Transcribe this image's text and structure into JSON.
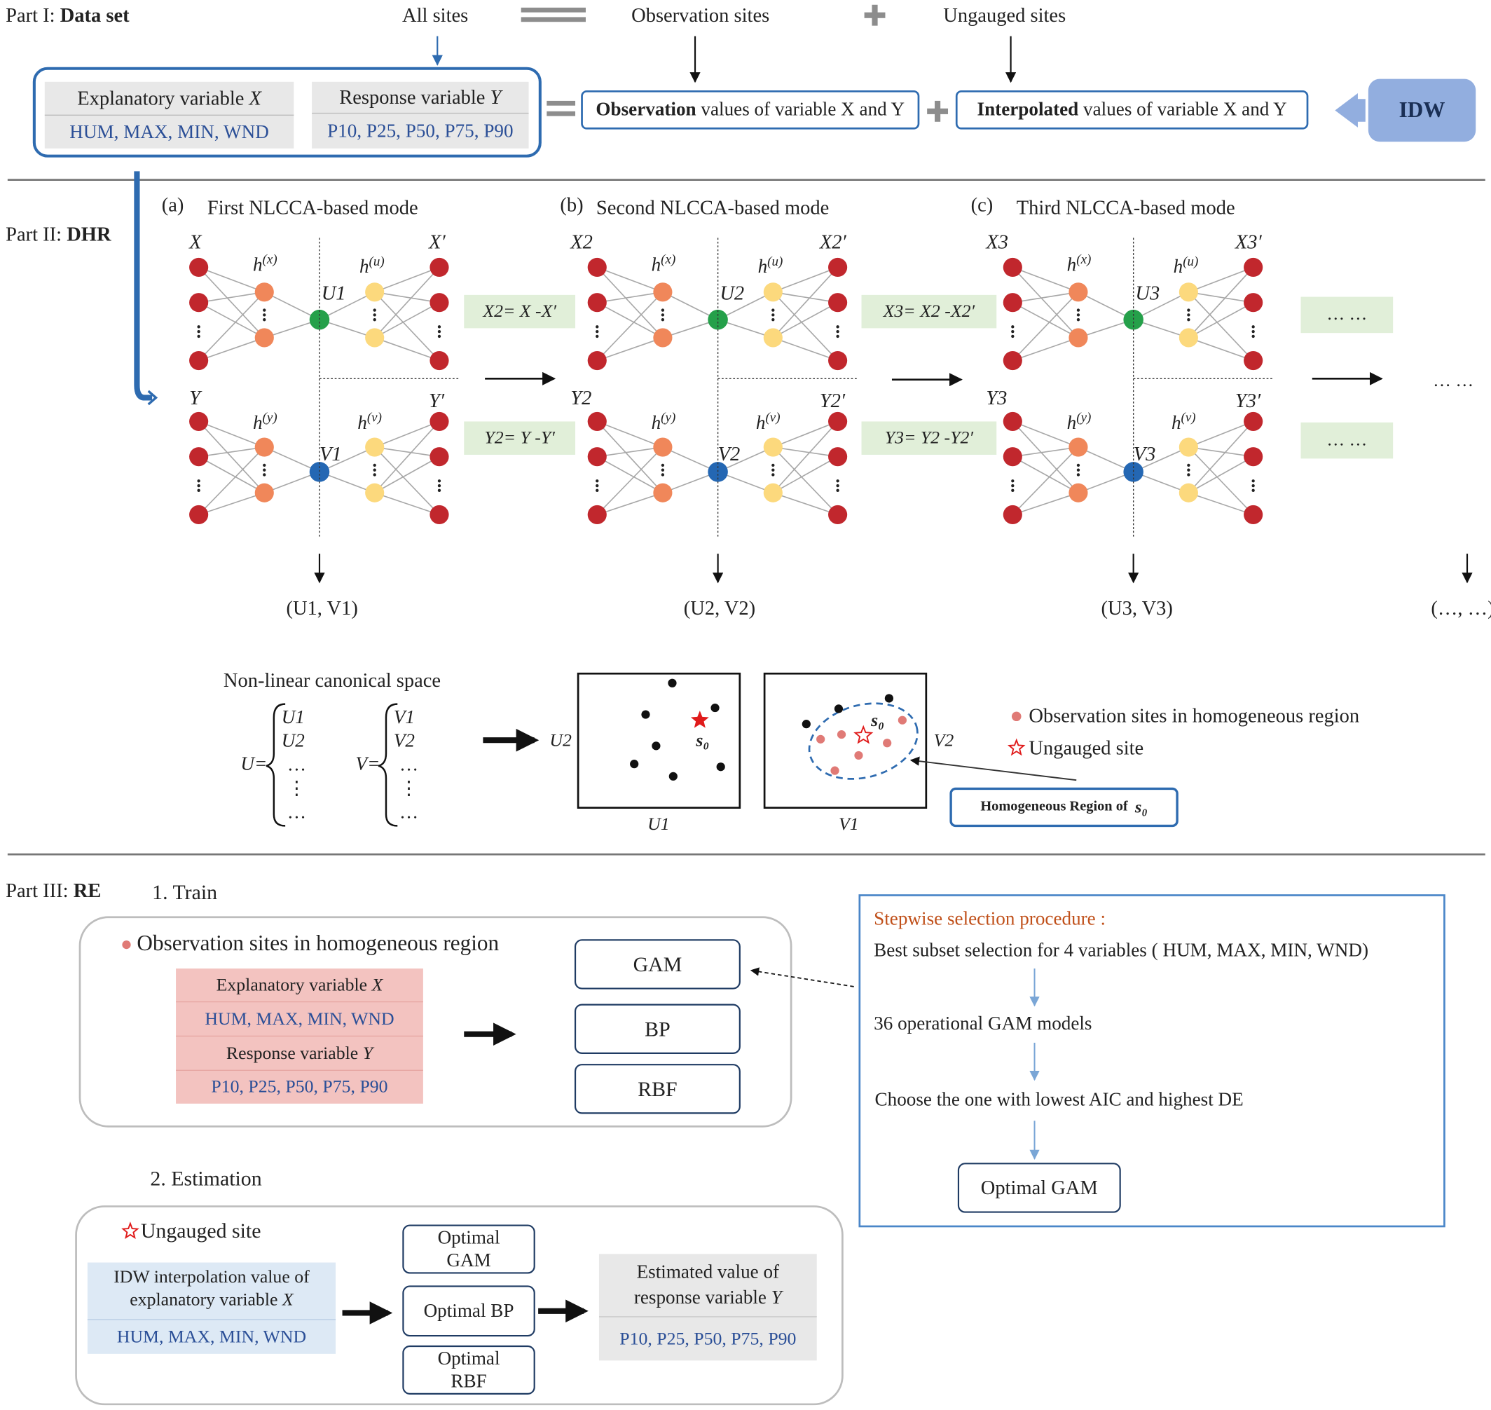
{
  "part1": {
    "label_prefix": "Part I: ",
    "label_bold": "Data set",
    "all_sites": "All sites",
    "observation_sites": "Observation sites",
    "ungauged_sites": "Ungauged sites",
    "explanatory_label": "Explanatory variable",
    "response_label": "Response variable",
    "var_x": "X",
    "var_y": "Y",
    "explanatory_vars": "HUM, MAX, MIN, WND",
    "response_vars": "P10, P25, P50, P75, P90",
    "obs_bold": "Observation",
    "obs_rest": " values of variable X and Y",
    "interp_bold": "Interpolated",
    "interp_rest": " values of variable X and Y",
    "idw": "IDW"
  },
  "part2": {
    "label_prefix": "Part II: ",
    "label_bold": "DHR",
    "modes": [
      {
        "tag": "(a)",
        "title": "First NLCCA-based mode",
        "x": "X",
        "y": "Y",
        "xp": "X′",
        "yp": "Y′",
        "u": "U1",
        "v": "V1",
        "pair": "(U1, V1)"
      },
      {
        "tag": "(b)",
        "title": "Second NLCCA-based mode",
        "x": "X2",
        "y": "Y2",
        "xp": "X2′",
        "yp": "Y2′",
        "u": "U2",
        "v": "V2",
        "pair": "(U2, V2)"
      },
      {
        "tag": "(c)",
        "title": "Third NLCCA-based mode",
        "x": "X3",
        "y": "Y3",
        "xp": "X3′",
        "yp": "Y3′",
        "u": "U3",
        "v": "V3",
        "pair": "(U3, V3)"
      }
    ],
    "hidden": {
      "hx": "h",
      "hx_sup": "(x)",
      "hu_sup": "(u)",
      "hy_sup": "(y)",
      "hv_sup": "(v)"
    },
    "residuals": [
      {
        "x": "X2= X -X′",
        "y": "Y2= Y -Y′"
      },
      {
        "x": "X3= X2 -X2′",
        "y": "Y3= Y2 -Y2′"
      },
      {
        "x": "… …",
        "y": "… …"
      }
    ],
    "ellipsis_right": "… …",
    "pair_more": "(…, …)",
    "canonical_space_title": "Non-linear canonical space",
    "U_label": "U=",
    "V_label": "V=",
    "U_list": [
      "U1",
      "U2",
      "…",
      "⋮",
      "…"
    ],
    "V_list": [
      "V1",
      "V2",
      "…",
      "⋮",
      "…"
    ],
    "plot1": {
      "xlabel": "U1",
      "ylabel": "U2",
      "s0": "s₀"
    },
    "plot2": {
      "xlabel": "V1",
      "ylabel": "V2",
      "s0": "s₀"
    },
    "legend_obs": "Observation sites in homogeneous region",
    "legend_ung": "Ungauged site",
    "homog_label": "Homogeneous Region of",
    "homog_var": "s₀"
  },
  "part3": {
    "label_prefix": "Part III: ",
    "label_bold": "RE",
    "train_title": "1. Train",
    "train_bullet": "Observation sites in homogeneous region",
    "explanatory_label": "Explanatory variable",
    "response_label": "Response variable",
    "var_x": "X",
    "var_y": "Y",
    "explanatory_vars": "HUM, MAX, MIN, WND",
    "response_vars": "P10, P25, P50, P75, P90",
    "models": [
      "GAM",
      "BP",
      "RBF"
    ],
    "stepwise_title": "Stepwise selection  procedure :",
    "stepwise_steps": [
      "Best subset selection for 4 variables ( HUM, MAX, MIN, WND)",
      "36 operational GAM models",
      "Choose the one with lowest AIC and highest DE"
    ],
    "optimal_gam_box": "Optimal GAM",
    "estimation_title": "2. Estimation",
    "ungauged_bullet": "Ungauged site",
    "idw_line1": "IDW interpolation value of",
    "idw_line2": "explanatory variable",
    "idw_vars": "HUM, MAX, MIN, WND",
    "optimal_models": [
      [
        "Optimal",
        "GAM"
      ],
      [
        "Optimal BP"
      ],
      [
        "Optimal",
        "RBF"
      ]
    ],
    "estimated_line1": "Estimated value of",
    "estimated_line2": "response variable",
    "estimated_vars": "P10, P25, P50, P75, P90"
  },
  "colors": {
    "blue_border": "#2e6bb0",
    "box_gray": "#e8e8e8",
    "green_fill": "#e1efd9",
    "pink_fill": "#f3c3c0",
    "light_blue_fill": "#dde9f5",
    "idw_fill": "#92aedf",
    "node_red": "#c1272d",
    "node_orange": "#f0875a",
    "node_yellow": "#fcd97d",
    "node_green": "#25a04a",
    "node_blue": "#2467b3",
    "title_orange": "#c0501a"
  }
}
